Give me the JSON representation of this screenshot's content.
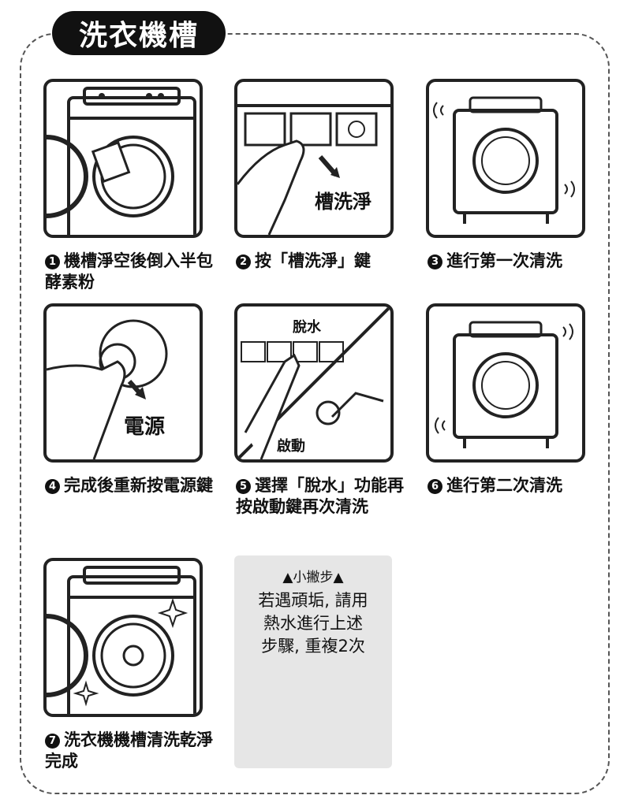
{
  "title": "洗衣機槽",
  "steps": [
    {
      "num": "1",
      "text": "機槽淨空後倒入半包酵素粉"
    },
    {
      "num": "2",
      "text": "按「槽洗淨」鍵"
    },
    {
      "num": "3",
      "text": "進行第一次清洗"
    },
    {
      "num": "4",
      "text": "完成後重新按電源鍵"
    },
    {
      "num": "5",
      "text": "選擇「脫水」功能再按啟動鍵再次清洗"
    },
    {
      "num": "6",
      "text": "進行第二次清洗"
    },
    {
      "num": "7",
      "text": "洗衣機機槽清洗乾淨完成"
    }
  ],
  "illustration_labels": {
    "tub_clean": "槽洗淨",
    "power": "電源",
    "spin": "脫水",
    "start": "啟動"
  },
  "tip": {
    "heading": "▲小撇步▲",
    "lines": [
      "若遇頑垢, 請用",
      "熱水進行上述",
      "步驟, 重複2次"
    ]
  }
}
